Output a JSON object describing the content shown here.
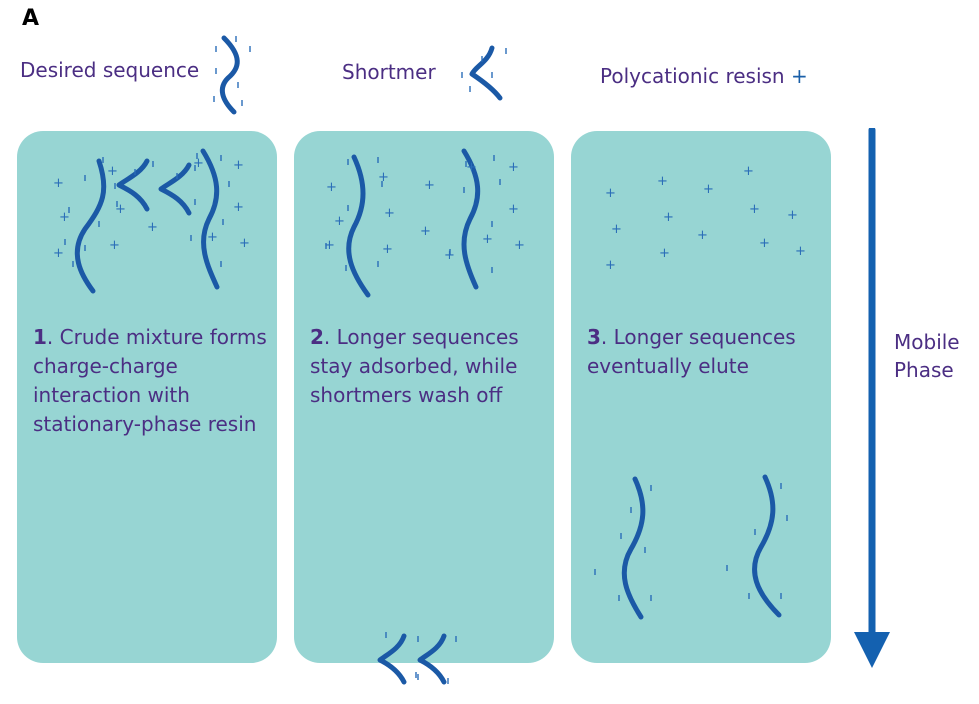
{
  "panel_label": "A",
  "legend": {
    "desired": "Desired sequence",
    "shortmer": "Shortmer",
    "resin": "Polycationic resisn",
    "resin_symbol": "+"
  },
  "steps": [
    {
      "number": "1",
      "text": ". Crude mixture forms charge-charge interaction with stationary-phase resin"
    },
    {
      "number": "2",
      "text": ". Longer sequences stay adsorbed, while shortmers wash off"
    },
    {
      "number": "3",
      "text": ". Longer sequences eventually elute"
    }
  ],
  "mobile_phase": {
    "line1": "Mobile",
    "line2": "Phase"
  },
  "colors": {
    "box": "#97d5d3",
    "text": "#4b2e83",
    "strand": "#1b59a6",
    "arrow": "#1461b0"
  }
}
